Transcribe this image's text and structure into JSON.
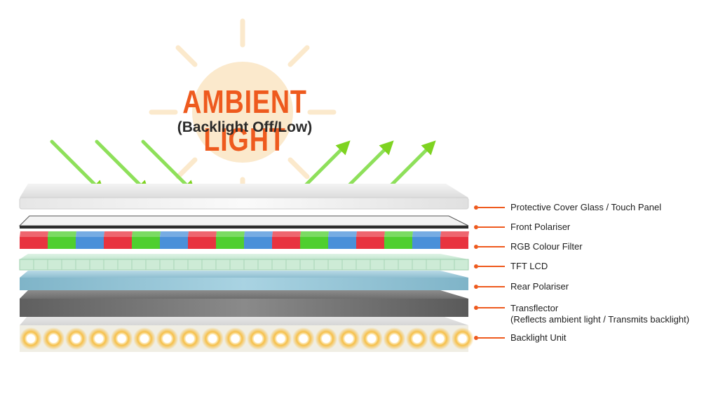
{
  "diagram": {
    "title": "AMBIENT LIGHT",
    "subtitle": "(Backlight Off/Low)",
    "accent_color": "#ee5a1e",
    "arrow_color": "#7ed321",
    "sun_color": "#fbe6c4",
    "filter_colors": [
      "#e8333f",
      "#4fcf2f",
      "#4a90d9"
    ],
    "layers": [
      {
        "label": "Protective Cover Glass / Touch Panel"
      },
      {
        "label": "Front Polariser"
      },
      {
        "label": "RGB Colour Filter"
      },
      {
        "label": "TFT LCD"
      },
      {
        "label": "Rear Polariser"
      },
      {
        "label": "Transflector",
        "sublabel": "(Reflects ambient light / Transmits backlight)"
      },
      {
        "label": "Backlight Unit"
      }
    ]
  }
}
